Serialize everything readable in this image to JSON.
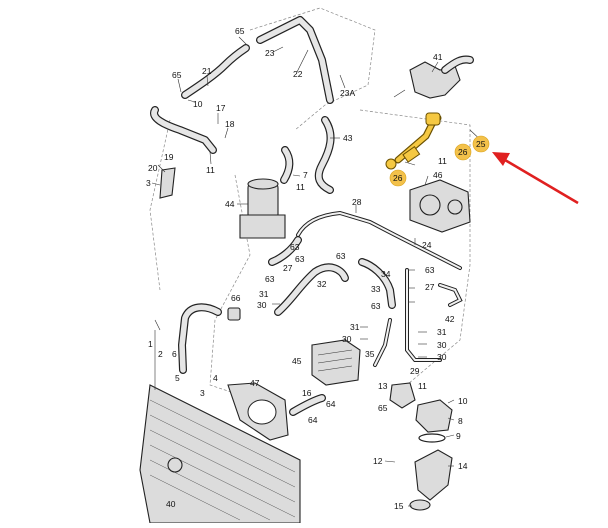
{
  "diagram": {
    "labels": [
      {
        "id": "l65a",
        "text": "65"
      },
      {
        "id": "l23",
        "text": "23"
      },
      {
        "id": "l22",
        "text": "22"
      },
      {
        "id": "l23A",
        "text": "23A"
      },
      {
        "id": "l41",
        "text": "41"
      },
      {
        "id": "l65b",
        "text": "65"
      },
      {
        "id": "l21",
        "text": "21"
      },
      {
        "id": "l10a",
        "text": "10"
      },
      {
        "id": "l17",
        "text": "17"
      },
      {
        "id": "l18",
        "text": "18"
      },
      {
        "id": "l11a",
        "text": "11"
      },
      {
        "id": "l43",
        "text": "43"
      },
      {
        "id": "l25",
        "text": "25"
      },
      {
        "id": "l26a",
        "text": "26"
      },
      {
        "id": "l26b",
        "text": "26"
      },
      {
        "id": "l11b",
        "text": "11"
      },
      {
        "id": "l19",
        "text": "19"
      },
      {
        "id": "l20",
        "text": "20"
      },
      {
        "id": "l3a",
        "text": "3"
      },
      {
        "id": "l7",
        "text": "7"
      },
      {
        "id": "l11c",
        "text": "11"
      },
      {
        "id": "l46",
        "text": "46"
      },
      {
        "id": "l44",
        "text": "44"
      },
      {
        "id": "l28",
        "text": "28"
      },
      {
        "id": "l24",
        "text": "24"
      },
      {
        "id": "l63a",
        "text": "63"
      },
      {
        "id": "l27a",
        "text": "27"
      },
      {
        "id": "l63b",
        "text": "63"
      },
      {
        "id": "l63c",
        "text": "63"
      },
      {
        "id": "l63d",
        "text": "63"
      },
      {
        "id": "l33",
        "text": "33"
      },
      {
        "id": "l27b",
        "text": "27"
      },
      {
        "id": "l34",
        "text": "34"
      },
      {
        "id": "l32",
        "text": "32"
      },
      {
        "id": "l63e",
        "text": "63"
      },
      {
        "id": "l66",
        "text": "66"
      },
      {
        "id": "l31a",
        "text": "31"
      },
      {
        "id": "l30a",
        "text": "30"
      },
      {
        "id": "l42",
        "text": "42"
      },
      {
        "id": "l63f",
        "text": "63"
      },
      {
        "id": "l31b",
        "text": "31"
      },
      {
        "id": "l30b",
        "text": "30"
      },
      {
        "id": "l31c",
        "text": "31"
      },
      {
        "id": "l30c",
        "text": "30"
      },
      {
        "id": "l30d",
        "text": "30"
      },
      {
        "id": "l1",
        "text": "1"
      },
      {
        "id": "l2",
        "text": "2"
      },
      {
        "id": "l6",
        "text": "6"
      },
      {
        "id": "l35",
        "text": "35"
      },
      {
        "id": "l45",
        "text": "45"
      },
      {
        "id": "l29",
        "text": "29"
      },
      {
        "id": "l47",
        "text": "47"
      },
      {
        "id": "l13",
        "text": "13"
      },
      {
        "id": "l11d",
        "text": "11"
      },
      {
        "id": "l16",
        "text": "16"
      },
      {
        "id": "l10b",
        "text": "10"
      },
      {
        "id": "l65c",
        "text": "65"
      },
      {
        "id": "l64a",
        "text": "64"
      },
      {
        "id": "l64b",
        "text": "64"
      },
      {
        "id": "l5",
        "text": "5"
      },
      {
        "id": "l4",
        "text": "4"
      },
      {
        "id": "l3b",
        "text": "3"
      },
      {
        "id": "l8",
        "text": "8"
      },
      {
        "id": "l9",
        "text": "9"
      },
      {
        "id": "l12",
        "text": "12"
      },
      {
        "id": "l14",
        "text": "14"
      },
      {
        "id": "l40",
        "text": "40"
      },
      {
        "id": "l15",
        "text": "15"
      }
    ],
    "highlight_labels": [
      {
        "id": "h25",
        "text": "25"
      },
      {
        "id": "h26a",
        "text": "26"
      },
      {
        "id": "h26b",
        "text": "26"
      }
    ],
    "colors": {
      "highlight": "#f3c14a",
      "arrow": "#e02020",
      "line": "#222222"
    }
  }
}
